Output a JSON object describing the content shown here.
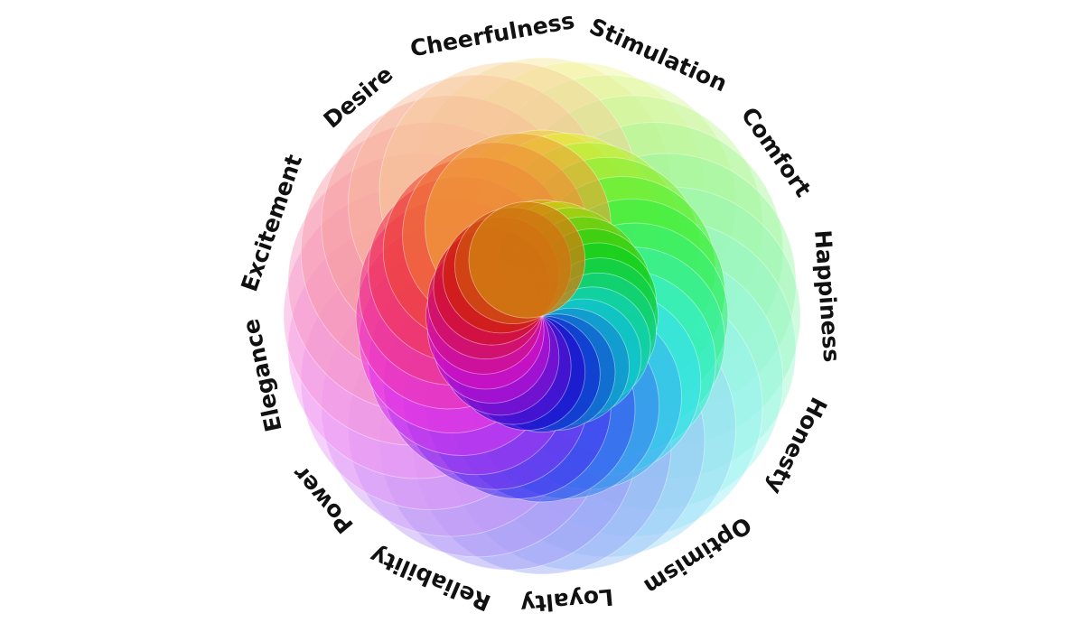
{
  "diagram": {
    "title": "Color emotion wheel",
    "labels": [
      {
        "text": "Cheerfulness",
        "angle": -10
      },
      {
        "text": "Stimulation",
        "angle": 24
      },
      {
        "text": "Comfort",
        "angle": 55
      },
      {
        "text": "Happiness",
        "angle": 86
      },
      {
        "text": "Honesty",
        "angle": 117
      },
      {
        "text": "Optimism",
        "angle": 147
      },
      {
        "text": "Loyalty",
        "angle": 175
      },
      {
        "text": "Reliability",
        "angle": 203
      },
      {
        "text": "Power",
        "angle": 230
      },
      {
        "text": "Elegance",
        "angle": 258
      },
      {
        "text": "Excitement",
        "angle": 289
      },
      {
        "text": "Desire",
        "angle": 320
      }
    ],
    "petal_count": 24
  }
}
